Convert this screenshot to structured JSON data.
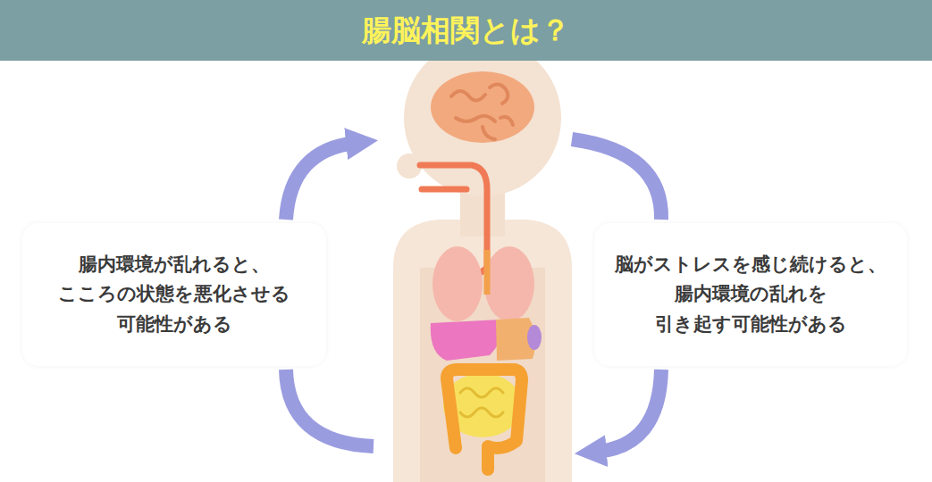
{
  "diagram": {
    "title": "腸脳相関とは？",
    "nodes": [
      {
        "text": [
          "腸内環境が乱れると、 こころの状態を悪化させる 可能性がある"
        ]
      },
      {
        "text": [
          "脳がストレスを感じ続けると、 腸内環境の乱れを 引き起す可能性がある"
        ]
      }
    ],
    "edges": [
      {
        "from": 0,
        "to": 1,
        "arrow": "to"
      },
      {
        "from": 1,
        "to": 0,
        "arrow": "to"
      }
    ]
  }
}
